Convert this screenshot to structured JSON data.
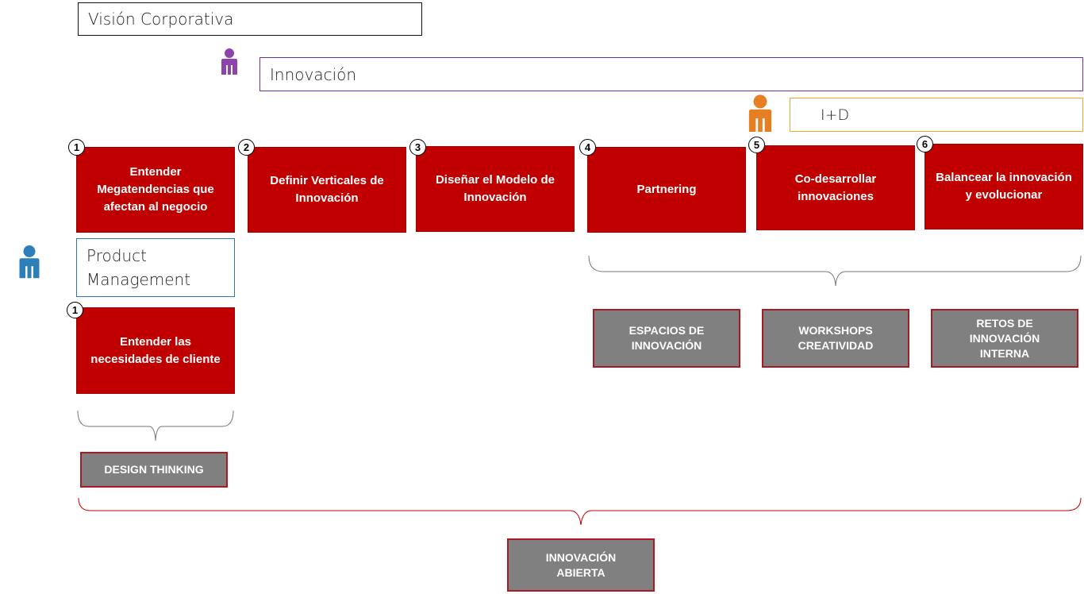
{
  "colors": {
    "step_red": "#c00000",
    "tool_gray": "#808080",
    "innovacion_purple": "#7030a0",
    "id_orange": "#f5a623",
    "pm_blue": "#2e75b6",
    "person_purple": "#8e44ad",
    "person_orange": "#e67e22",
    "person_blue": "#2c7fb8"
  },
  "roles": {
    "vision": "Visión Corporativa",
    "innovacion": "Innovación",
    "id": "I+D",
    "product_management": "Product Management"
  },
  "steps": [
    {
      "number": "1",
      "label": "Entender Megatendencias que afectan al negocio"
    },
    {
      "number": "2",
      "label": "Definir Verticales de Innovación"
    },
    {
      "number": "3",
      "label": "Diseñar el Modelo de Innovación"
    },
    {
      "number": "4",
      "label": "Partnering"
    },
    {
      "number": "5",
      "label": "Co-desarrollar innovaciones"
    },
    {
      "number": "6",
      "label": "Balancear la innovación y evolucionar"
    }
  ],
  "pm_step": {
    "number": "1",
    "label": "Entender las necesidades de cliente"
  },
  "tools": {
    "espacios": "ESPACIOS DE INNOVACIÓN",
    "workshops": "WORKSHOPS CREATIVIDAD",
    "retos": "RETOS DE INNOVACIÓN INTERNA",
    "design_thinking": "DESIGN THINKING",
    "innovacion_abierta": "INNOVACIÓN ABIERTA"
  },
  "icons": [
    "person-purple-icon",
    "person-orange-icon",
    "person-blue-icon"
  ]
}
